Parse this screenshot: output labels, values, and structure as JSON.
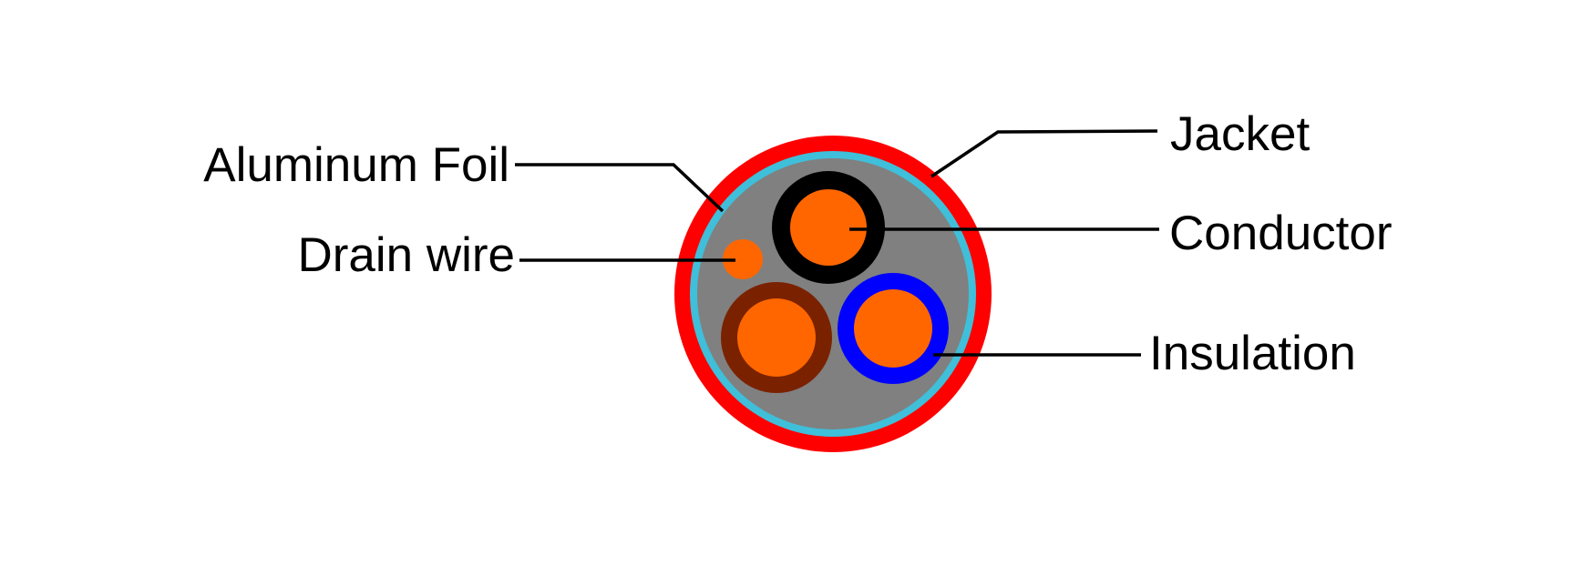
{
  "labels": {
    "aluminum_foil": "Aluminum Foil",
    "drain_wire": "Drain wire",
    "jacket": "Jacket",
    "conductor": "Conductor",
    "insulation": "Insulation"
  },
  "colors": {
    "jacket": "#ff0000",
    "aluminum_foil": "#3fbfd9",
    "filler": "#808080",
    "conductor": "#ff6600",
    "insulation_black": "#000000",
    "insulation_brown": "#7a2200",
    "insulation_blue": "#0000ff",
    "leader_line": "#000000"
  }
}
